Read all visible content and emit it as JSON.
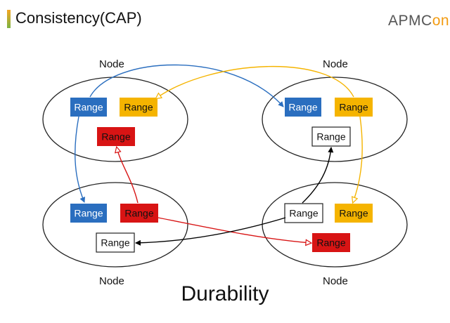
{
  "header": {
    "title": "Consistency(CAP)",
    "logo_a": "APMC",
    "logo_b": "on"
  },
  "nodes": [
    "Node",
    "Node",
    "Node",
    "Node"
  ],
  "range_label": "Range",
  "caption": "Durability",
  "colors": {
    "blue": "#2a6ebf",
    "yellow": "#f5b400",
    "red": "#d81414",
    "white": "#ffffff"
  }
}
